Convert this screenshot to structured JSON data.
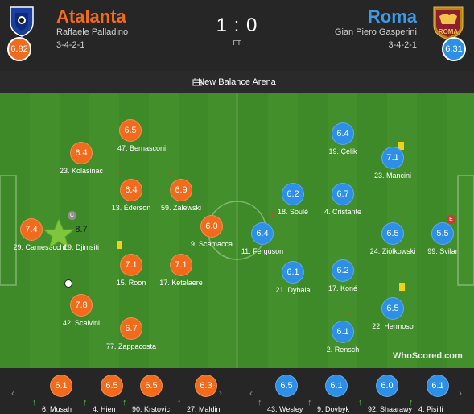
{
  "match": {
    "score": "1 : 0",
    "status": "FT",
    "venue": "New Balance Arena"
  },
  "home": {
    "name": "Atalanta",
    "coach": "Raffaele Palladino",
    "formation": "3-4-2-1",
    "rating": "6.82",
    "color": "#f26b1d",
    "players": [
      {
        "rating": "6.5",
        "name": "47. Bernasconi"
      },
      {
        "rating": "6.4",
        "name": "23. Kolasinac",
        "events": [
          "sub-off"
        ]
      },
      {
        "rating": "6.4",
        "name": "13. Éderson",
        "events": [
          "sub-off"
        ]
      },
      {
        "rating": "6.9",
        "name": "59. Zalewski",
        "events": [
          "sub-off"
        ]
      },
      {
        "rating": "7.4",
        "name": "29. Carnesecchi"
      },
      {
        "rating": "8.7",
        "name": "19. Djimsiti",
        "captain": "C",
        "man_of_match": true
      },
      {
        "rating": "6.0",
        "name": "9. Scamacca",
        "events": [
          "sub-off"
        ]
      },
      {
        "rating": "7.1",
        "name": "15. Roon",
        "events": [
          "yellow-card"
        ]
      },
      {
        "rating": "7.1",
        "name": "17. Ketelaere"
      },
      {
        "rating": "7.8",
        "name": "42. Scalvini",
        "events": [
          "goal",
          "sub-off"
        ]
      },
      {
        "rating": "6.7",
        "name": "77. Zappacosta"
      }
    ],
    "subs": [
      {
        "rating": "6.1",
        "name": "6. Musah"
      },
      {
        "rating": "6.5",
        "name": "4. Hien"
      },
      {
        "rating": "6.5",
        "name": "90. Krstovic"
      },
      {
        "rating": "6.3",
        "name": "27. Maldini"
      }
    ]
  },
  "away": {
    "name": "Roma",
    "coach": "Gian Piero Gasperini",
    "formation": "3-4-2-1",
    "rating": "6.31",
    "color": "#2d8fe6",
    "players": [
      {
        "rating": "6.4",
        "name": "19. Çelik"
      },
      {
        "rating": "7.1",
        "name": "23. Mancini",
        "events": [
          "yellow-card"
        ]
      },
      {
        "rating": "6.2",
        "name": "18. Soulé",
        "events": [
          "sub-off"
        ]
      },
      {
        "rating": "6.7",
        "name": "4. Cristante"
      },
      {
        "rating": "6.4",
        "name": "11. Ferguson",
        "events": [
          "sub-off"
        ]
      },
      {
        "rating": "6.5",
        "name": "24. Ziólkowski",
        "events": [
          "sub-off"
        ]
      },
      {
        "rating": "5.5",
        "name": "99. Svilar",
        "error": "E"
      },
      {
        "rating": "6.1",
        "name": "21. Dybala"
      },
      {
        "rating": "6.2",
        "name": "17. Koné",
        "events": [
          "sub-off"
        ]
      },
      {
        "rating": "6.5",
        "name": "22. Hermoso",
        "events": [
          "yellow-card"
        ]
      },
      {
        "rating": "6.1",
        "name": "2. Rensch",
        "events": [
          "sub-off"
        ]
      }
    ],
    "subs": [
      {
        "rating": "6.5",
        "name": "43. Wesley"
      },
      {
        "rating": "6.1",
        "name": "9. Dovbyk"
      },
      {
        "rating": "6.0",
        "name": "92. Shaarawy"
      },
      {
        "rating": "6.1",
        "name": "4. Pisilli"
      }
    ]
  },
  "watermark": "WhoScored.com",
  "icons": {
    "stadium": "stadium-icon",
    "prev": "chevron-left-icon",
    "next": "chevron-right-icon",
    "sub_in": "arrow-up-icon",
    "sub_off": "arrow-down-icon"
  }
}
